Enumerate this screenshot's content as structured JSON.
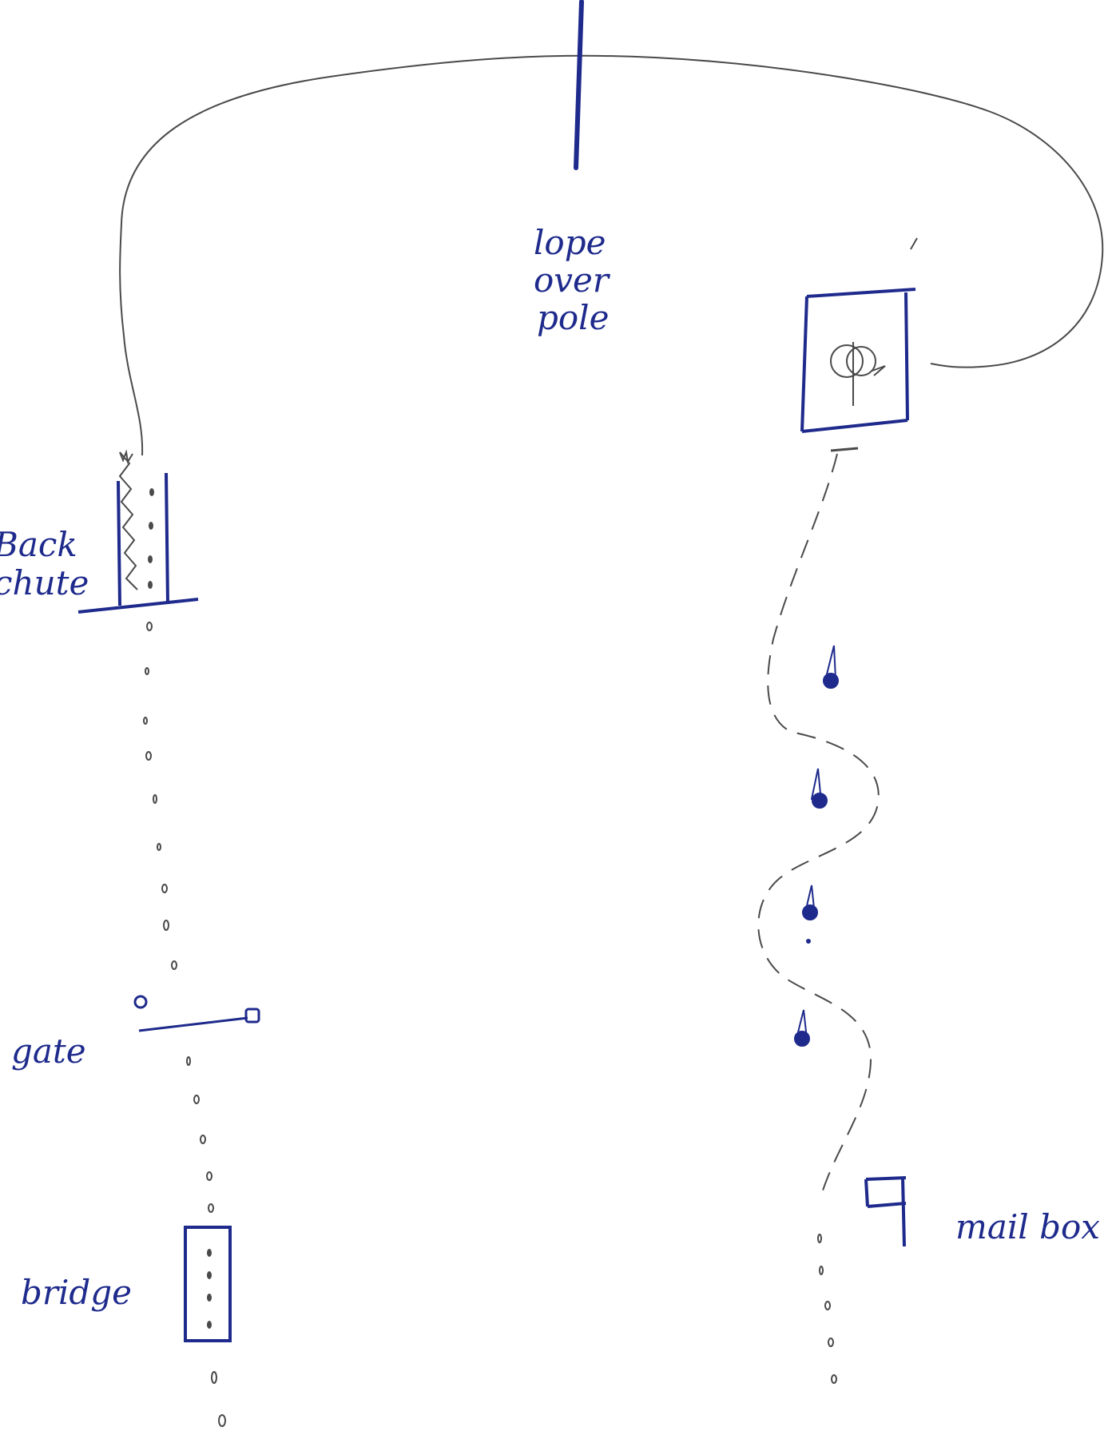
{
  "colors": {
    "ink": "#1e2a8c",
    "pencil": "#4a4a4a",
    "background": "#ffffff"
  },
  "labels": {
    "lope_line1": "lope",
    "lope_line2": "over",
    "lope_line3": "pole",
    "back_chute_line1": "Back",
    "back_chute_line2": "chute",
    "gate": "gate",
    "bridge": "bridge",
    "mail_box": "mail box"
  }
}
